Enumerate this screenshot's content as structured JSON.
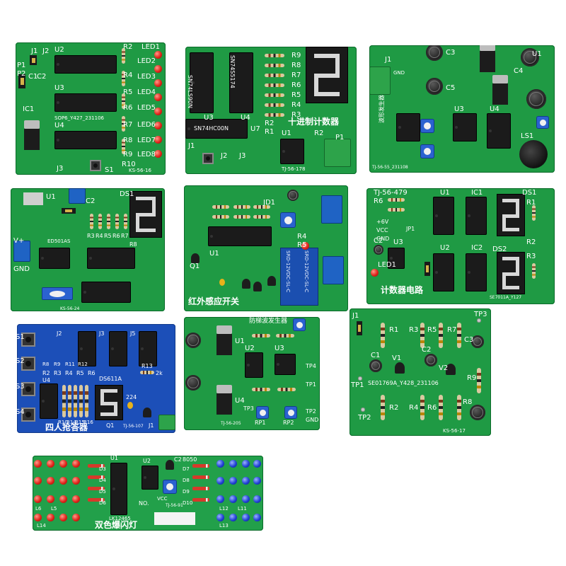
{
  "boards": {
    "b1": {
      "labels": [
        "R2",
        "LED1",
        "U2",
        "LED2",
        "R4",
        "LED3",
        "R5",
        "LED4",
        "R6",
        "LED5",
        "R7",
        "LED6",
        "R8",
        "LED7",
        "R9",
        "LED8",
        "R10",
        "U3",
        "U4",
        "IC1",
        "J1",
        "J2",
        "P1",
        "P2",
        "C1",
        "C2",
        "J3",
        "S1",
        "KS-56-16",
        "SOP6_Y427_231106"
      ]
    },
    "b2": {
      "labels": [
        "SN74LS90N",
        "SN74S5174",
        "SN74HC00N",
        "R9",
        "R8",
        "R7",
        "R6",
        "R5",
        "R4",
        "R3",
        "R2",
        "十进制计数器",
        "U3",
        "U4",
        "U1",
        "R2",
        "R1",
        "J1",
        "J2",
        "J3",
        "U7",
        "P1",
        "TJ-56-178"
      ]
    },
    "b3": {
      "labels": [
        "U1",
        "J1",
        "GND",
        "波形发生器",
        "U4",
        "U3",
        "LS1",
        "C3",
        "C4",
        "C5",
        "TJ-56-55_231108"
      ]
    },
    "b4": {
      "labels": [
        "DS1",
        "U1",
        "C2",
        "V+",
        "GND",
        "ED501AS",
        "R3",
        "R4",
        "R5",
        "R6",
        "R7",
        "R8",
        "KS-56-24"
      ]
    },
    "b5": {
      "labels": [
        "U1",
        "JD1",
        "Q1",
        "R4",
        "R5",
        "SRD-12VDC-SL-C",
        "红外感应开关",
        "SRD-12VDC-SL-C"
      ]
    },
    "b6": {
      "labels": [
        "TJ-56-479",
        "R6",
        "+6V",
        "VCC",
        "GND",
        "U3",
        "C2",
        "LED1",
        "U1",
        "IC1",
        "DS1",
        "R1",
        "R2",
        "JP1",
        "U2",
        "IC2",
        "DS2",
        "R3",
        "计数器电路",
        "SE7011A_Y127"
      ]
    },
    "b7": {
      "labels": [
        "S1",
        "S2",
        "S3",
        "S4",
        "U4",
        "R2",
        "R3",
        "R4",
        "R5",
        "R6",
        "R8",
        "R9",
        "R11",
        "R12",
        "R13",
        "R10",
        "R14",
        "R15",
        "R16",
        "DS611A",
        "2k",
        "224",
        "Q1",
        "四人抢答器",
        "TJ-56-107",
        "J1",
        "J2",
        "J3",
        "J5"
      ]
    },
    "b8": {
      "labels": [
        "防梯波发生器",
        "U1",
        "U2",
        "U3",
        "U4",
        "TP2",
        "TP1",
        "GND",
        "TP3",
        "TP4",
        "RP2",
        "RP1",
        "TJ-56-205"
      ]
    },
    "b9": {
      "labels": [
        "J1",
        "R1",
        "R3",
        "R5",
        "R7",
        "TP3",
        "C3",
        "C1",
        "C2",
        "V1",
        "V2",
        "TP1",
        "SE01769A_Y428_231106",
        "R2",
        "R4",
        "R6",
        "R8",
        "TP2",
        "R9",
        "KS-56-17"
      ]
    },
    "b10": {
      "labels": [
        "U1",
        "U2",
        "C2",
        "8050",
        "D3",
        "D4",
        "D5",
        "D6",
        "D7",
        "D8",
        "D9",
        "D10",
        "L6",
        "L5",
        "L12",
        "L11",
        "L14",
        "L13",
        "VCC",
        "LK12465",
        "NO.",
        "TJ-56-91",
        "双色爆闪灯"
      ]
    }
  }
}
